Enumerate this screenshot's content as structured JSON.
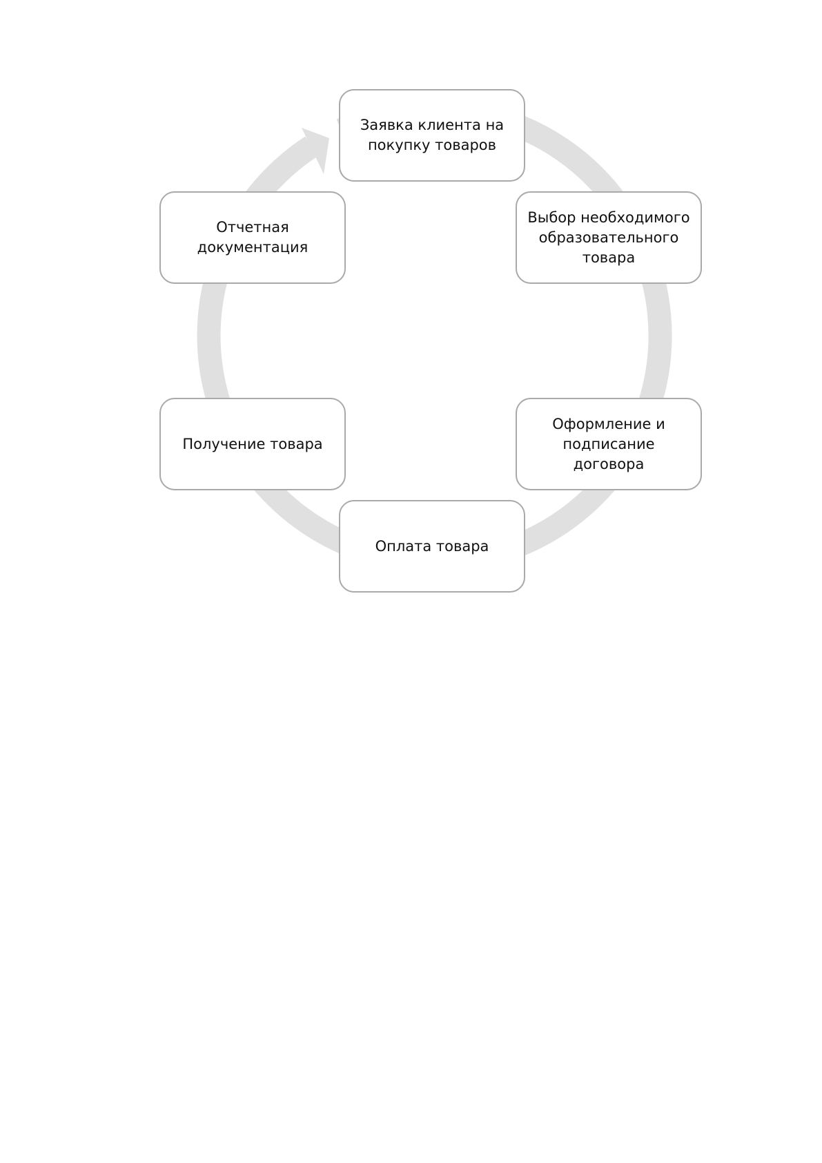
{
  "diagram": {
    "type": "cycle",
    "ring_color": "#e0e0e0",
    "node_border_color": "#a9a9a9",
    "arrow": "ring-arrowhead-icon",
    "steps": [
      "Заявка клиента на\nпокупку товаров",
      "Выбор необходимого\nобразовательного\nтовара",
      "Оформление и\nподписание\nдоговора",
      "Оплата товара",
      "Получение товара",
      "Отчетная\nдокументация"
    ]
  }
}
